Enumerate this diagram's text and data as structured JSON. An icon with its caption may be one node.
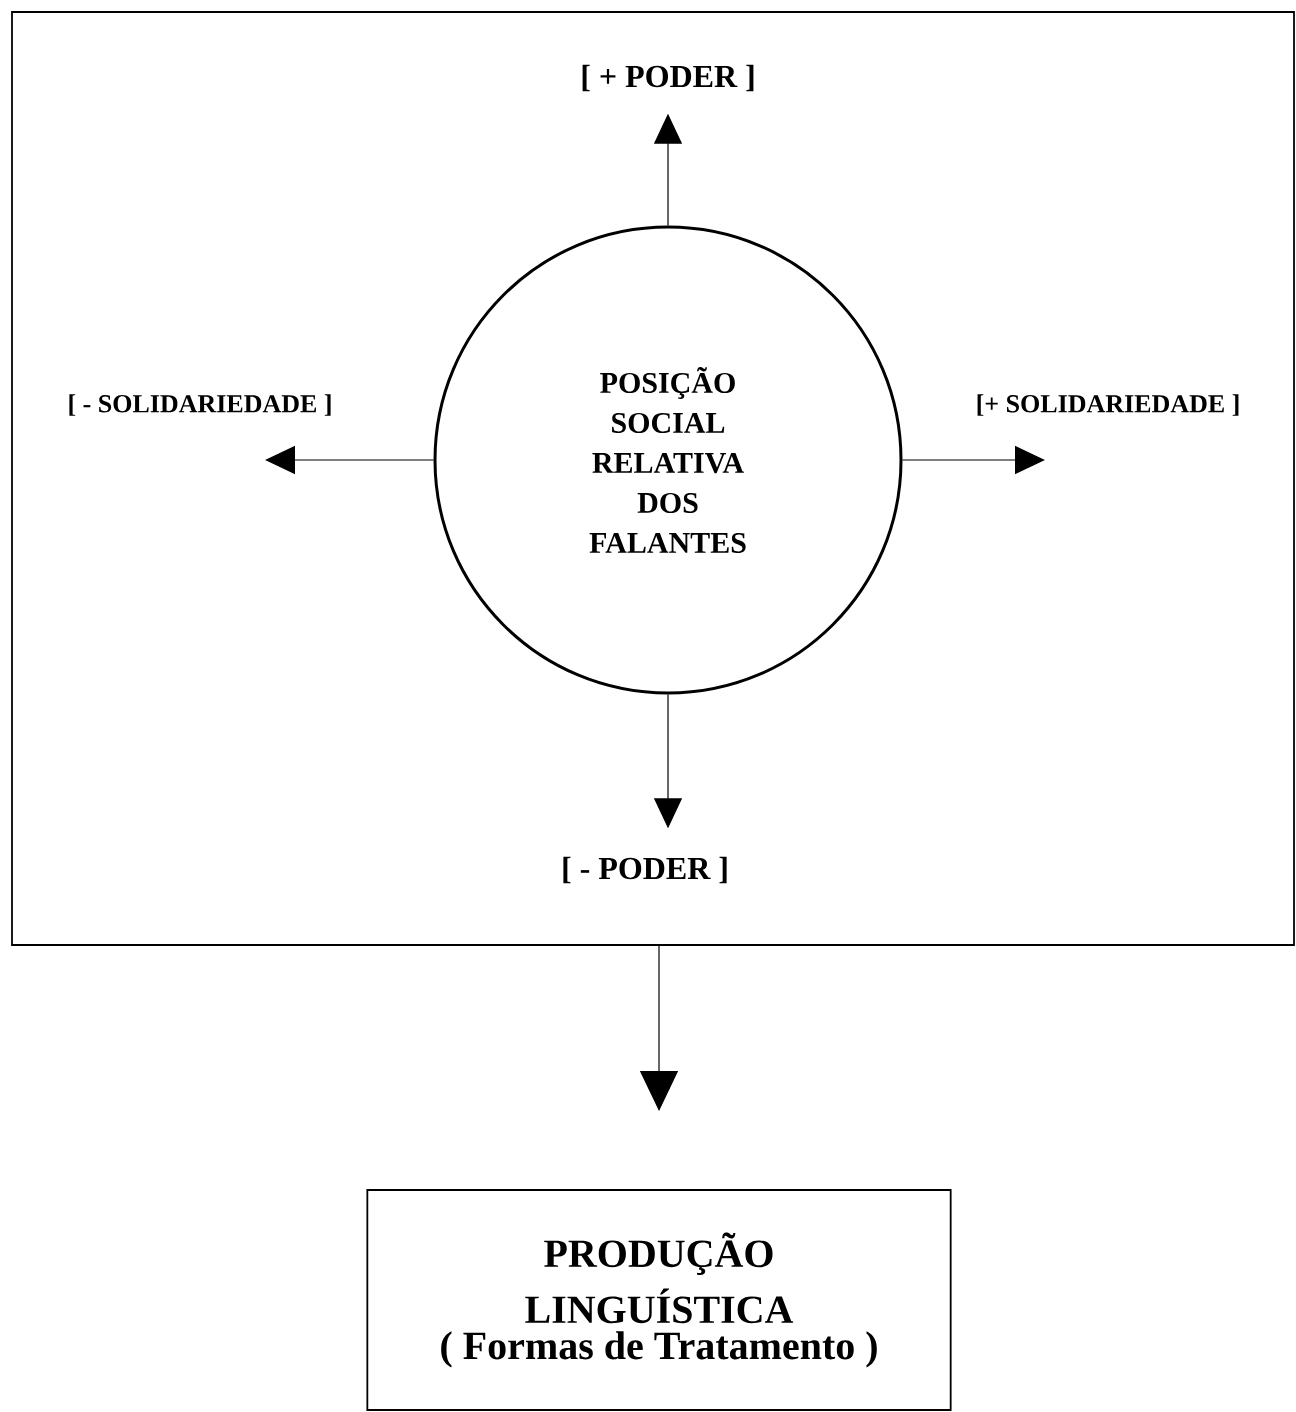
{
  "diagram": {
    "nodes": [
      {
        "text": [],
        "shape": "box"
      },
      {
        "text": [
          "POSIÇÃO SOCIAL RELATIVA DOS FALANTES"
        ],
        "in": 0
      },
      {
        "text": [
          "[ + PODER ]"
        ],
        "in": 0
      },
      {
        "text": [
          "[ - SOLIDARIEDADE ]"
        ],
        "in": 0
      },
      {
        "text": [
          "[+ SOLIDARIEDADE ]"
        ],
        "in": 0
      },
      {
        "text": [
          "[ - PODER ]"
        ],
        "in": 0
      },
      {
        "text": [
          "PRODUÇÃO LINGUÍSTICA",
          "( Formas de Tratamento )"
        ]
      }
    ],
    "edges": [
      {
        "from": 1,
        "to": 2,
        "arrow": "to"
      },
      {
        "from": 1,
        "to": 3,
        "arrow": "to"
      },
      {
        "from": 1,
        "to": 4,
        "arrow": "to"
      },
      {
        "from": 1,
        "to": 5,
        "arrow": "to"
      },
      {
        "from": 0,
        "to": 6,
        "arrow": "to"
      }
    ]
  }
}
